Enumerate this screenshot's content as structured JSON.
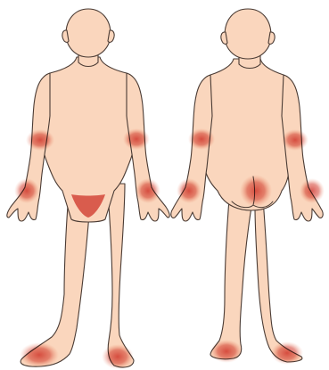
{
  "colors": {
    "skin": "#FAD6BD",
    "outline": "#4A3B34",
    "affected": "#D9534C",
    "background": "#FFFFFF"
  },
  "figures": [
    {
      "view": "front",
      "affected_areas": [
        "right-upper-arm",
        "left-upper-arm",
        "right-wrist",
        "left-wrist",
        "groin",
        "right-foot",
        "left-foot"
      ]
    },
    {
      "view": "back",
      "affected_areas": [
        "left-upper-arm",
        "right-upper-arm",
        "left-wrist",
        "right-wrist",
        "buttocks",
        "left-heel",
        "right-heel"
      ]
    }
  ]
}
